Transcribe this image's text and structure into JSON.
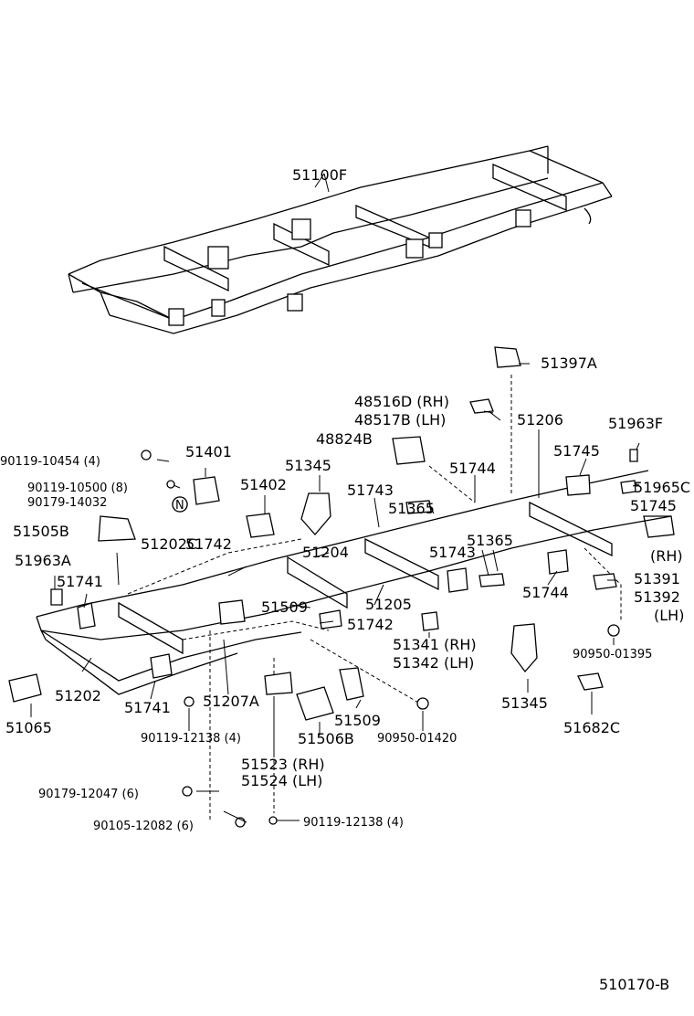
{
  "diagram_id": "510170-B",
  "labels": {
    "frame_assy": "51100F",
    "p51397A": "51397A",
    "p48516D": "48516D (RH)",
    "p48517B": "48517B (LH)",
    "p48824B": "48824B",
    "p51206": "51206",
    "p51963F": "51963F",
    "p51745a": "51745",
    "p51965C": "51965C",
    "p51745b": "51745",
    "b90119_10454": "90119-10454 (4)",
    "p51401": "51401",
    "b90119_10500": "90119-10500 (8)",
    "n90179_14032": "90179-14032",
    "p51402": "51402",
    "p51345a": "51345",
    "p51743a": "51743",
    "p51744a": "51744",
    "p51365a": "51365",
    "p51505B": "51505B",
    "p51202C": "51202C",
    "p51742a": "51742",
    "p51204": "51204",
    "p51365b": "51365",
    "p51743b": "51743",
    "rh1": "(RH)",
    "p51391": "51391",
    "p51963A": "51963A",
    "p51741a": "51741",
    "p51744b": "51744",
    "p51392": "51392",
    "lh1": "(LH)",
    "p51509a": "51509",
    "p51205": "51205",
    "p51742b": "51742",
    "c90950_01395": "90950-01395",
    "p51341": "51341 (RH)",
    "p51342": "51342 (LH)",
    "p51202": "51202",
    "p51741b": "51741",
    "p51207A": "51207A",
    "p51345b": "51345",
    "p51065": "51065",
    "p51509b": "51509",
    "p51682C": "51682C",
    "b90119_12138a": "90119-12138 (4)",
    "p51506B": "51506B",
    "c90950_01420": "90950-01420",
    "p51523": "51523 (RH)",
    "p51524": "51524 (LH)",
    "b90179_12047": "90179-12047 (6)",
    "b90105_12082": "90105-12082 (6)",
    "b90119_12138b": "90119-12138 (4)"
  }
}
